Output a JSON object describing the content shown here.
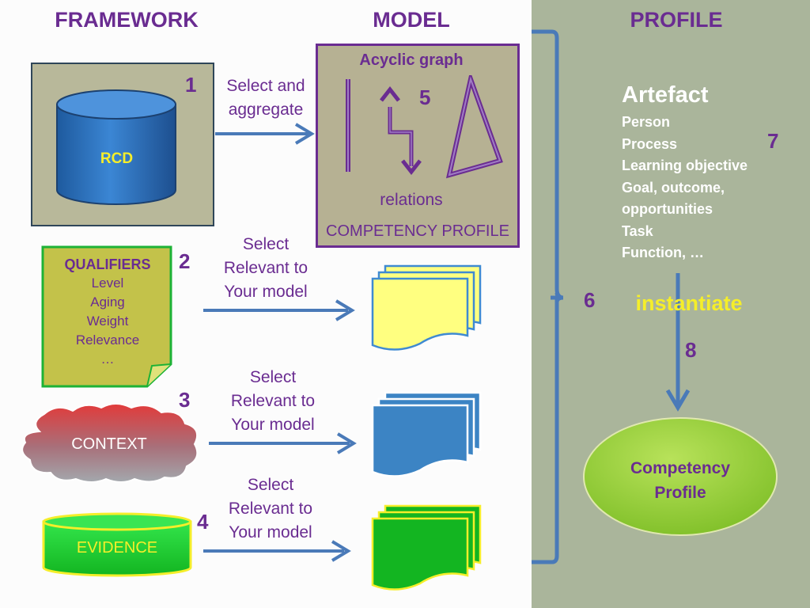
{
  "headings": {
    "framework": "FRAMEWORK",
    "model": "MODEL",
    "profile": "PROFILE"
  },
  "rcd": {
    "label": "RCD"
  },
  "model_box": {
    "title": "Acyclic graph",
    "relations": "relations",
    "footer": "COMPETENCY PROFILE"
  },
  "steps": {
    "one": "1",
    "two": "2",
    "three": "3",
    "four": "4",
    "five": "5",
    "six": "6",
    "seven": "7",
    "eight": "8"
  },
  "select_aggregate": {
    "line1": "Select and",
    "line2": "aggregate"
  },
  "select_relevant": {
    "line1": "Select",
    "line2": "Relevant to",
    "line3": "Your model"
  },
  "qualifiers": {
    "title": "QUALIFIERS",
    "items": [
      "Level",
      "Aging",
      "Weight",
      "Relevance",
      "…"
    ]
  },
  "context": {
    "label": "CONTEXT"
  },
  "evidence": {
    "label": "EVIDENCE"
  },
  "artefact": {
    "title": "Artefact",
    "items": [
      "Person",
      "Process",
      "Learning objective",
      "Goal, outcome,",
      "opportunities",
      "Task",
      "Function, …"
    ]
  },
  "instantiate": "instantiate",
  "competency_profile": {
    "line1": "Competency",
    "line2": "Profile"
  },
  "colors": {
    "purple": "#6a2c91",
    "arrow_blue": "#4a7ab8",
    "right_panel": "#aab59b",
    "yellow_accent": "#f5ee2a"
  }
}
